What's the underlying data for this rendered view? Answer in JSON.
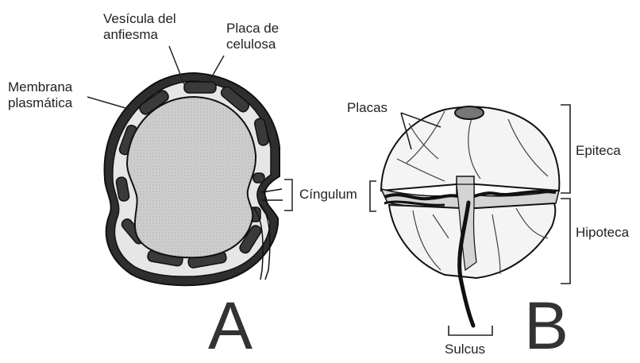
{
  "panel_a": {
    "letter": "A",
    "labels": {
      "vesicle_line1": "Vesícula del",
      "vesicle_line2": "anfiesma",
      "plate_line1": "Placa de",
      "plate_line2": "celulosa",
      "membrane_line1": "Membrana",
      "membrane_line2": "plasmática",
      "cingulum": "Cíngulum"
    }
  },
  "panel_b": {
    "letter": "B",
    "labels": {
      "plates": "Placas",
      "epitheca": "Epiteca",
      "hypotheca": "Hipoteca",
      "sulcus": "Sulcus"
    }
  },
  "colors": {
    "cell_fill": "#c9c9c9",
    "plate_fill": "#3a3a3a",
    "outline": "#1a1a1a",
    "groove_fill": "#d4d4d4"
  }
}
